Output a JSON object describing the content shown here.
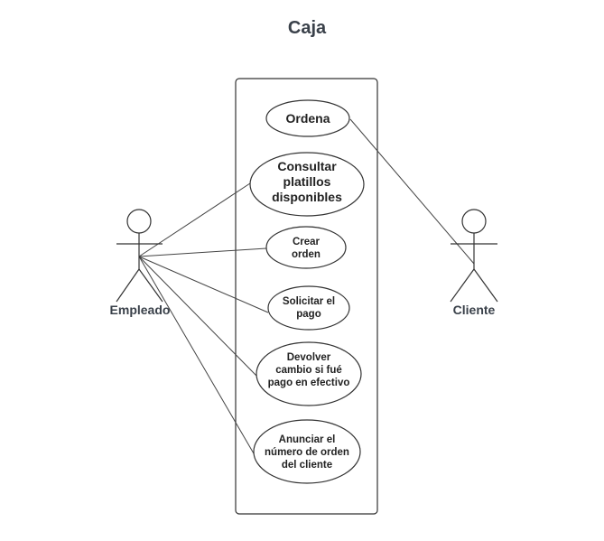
{
  "diagram": {
    "title": "Caja",
    "actors": {
      "empleado": {
        "label": "Empleado"
      },
      "cliente": {
        "label": "Cliente"
      }
    },
    "use_cases": [
      {
        "id": "ordena",
        "lines": [
          "Ordena"
        ]
      },
      {
        "id": "consultar",
        "lines": [
          "Consultar",
          "platillos",
          "disponibles"
        ]
      },
      {
        "id": "crear",
        "lines": [
          "Crear",
          "orden"
        ]
      },
      {
        "id": "solicitar",
        "lines": [
          "Solicitar el",
          "pago"
        ]
      },
      {
        "id": "devolver",
        "lines": [
          "Devolver",
          "cambio si fué",
          "pago en efectivo"
        ]
      },
      {
        "id": "anunciar",
        "lines": [
          "Anunciar el",
          "número de orden",
          "del cliente"
        ]
      }
    ]
  }
}
